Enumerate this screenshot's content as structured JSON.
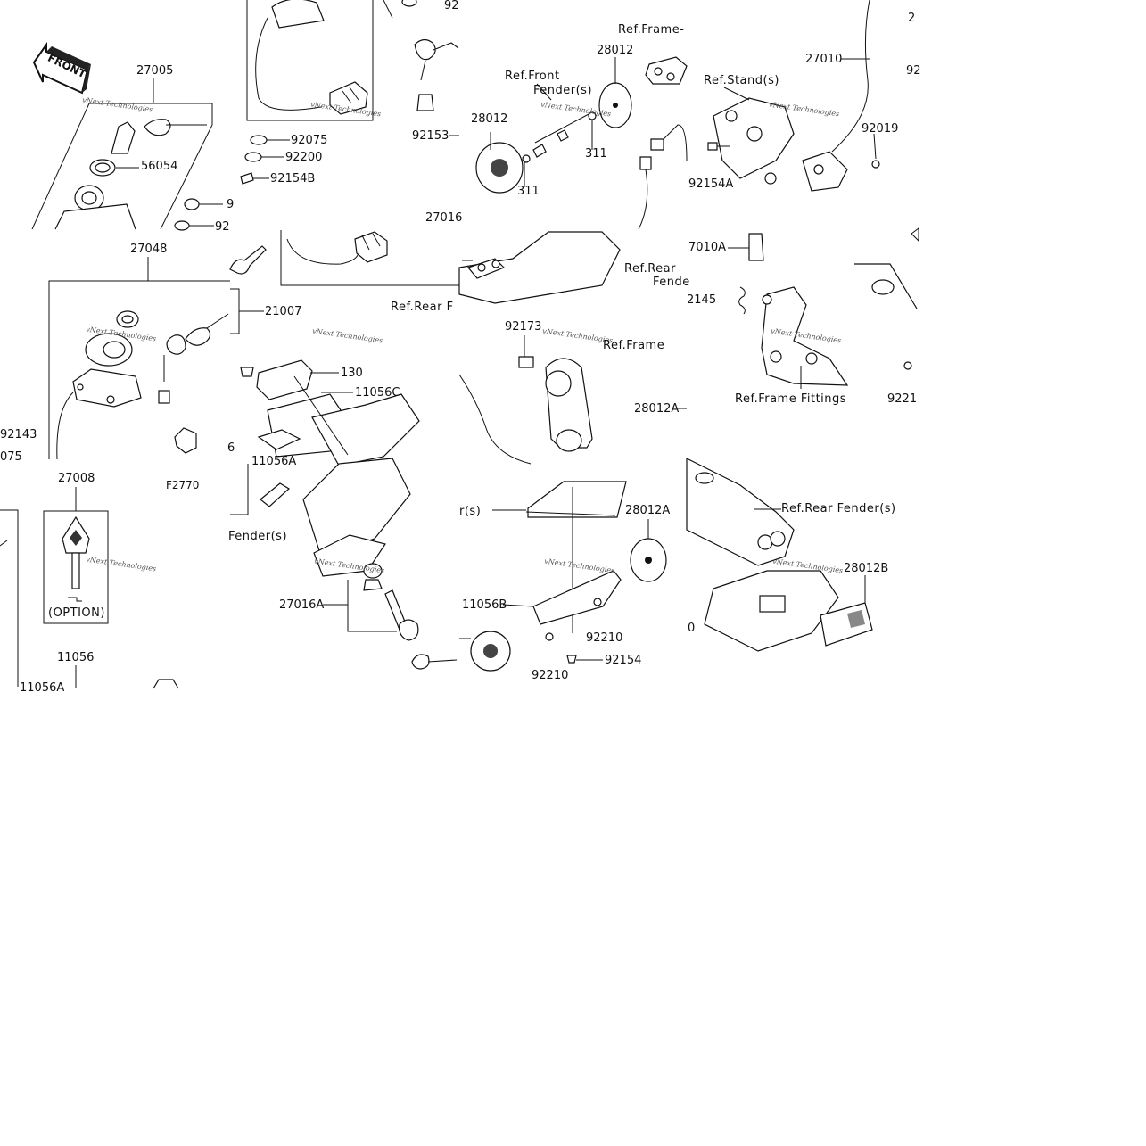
{
  "front_label": "FRONT",
  "figure_code": "F2770",
  "option_label": "(OPTION)",
  "watermark": "vNext Technologies",
  "part_labels": {
    "p27005": "27005",
    "p56054": "56054",
    "p27048": "27048",
    "p21007": "21007",
    "p92143": "92143",
    "p075": "075",
    "p27008": "27008",
    "p11056": "11056",
    "p11056a_bottom": "11056A",
    "p92075": "92075",
    "p92200": "92200",
    "p92154B": "92154B",
    "p92153": "92153",
    "p27016": "27016",
    "p130": "130",
    "p11056C": "11056C",
    "p11056A": "11056A",
    "p27016A": "27016A",
    "p28012_top": "28012",
    "p28012_left": "28012",
    "p311_a": "311",
    "p311_b": "311",
    "p92173": "92173",
    "p28012A_mid": "28012A",
    "p28012A": "28012A",
    "p11056B": "11056B",
    "p92210_a": "92210",
    "p92210_b": "92210",
    "p92154": "92154",
    "p27010": "27010",
    "p92019": "92019",
    "p92154A": "92154A",
    "p7010A": "7010A",
    "p2145": "2145",
    "p9221": "9221",
    "p28012B": "28012B",
    "p2_top": "2",
    "p92_top": "92",
    "p92_right": "92",
    "p9_a": "9",
    "p92_b": "92",
    "p0": "0",
    "p6": "6"
  },
  "ref_labels": {
    "ref_frame_top": "Ref.Frame-",
    "ref_front_fender_1": "Ref.Front",
    "ref_front_fender_2": "Fender(s)",
    "ref_stands": "Ref.Stand(s)",
    "ref_rear_fender_mid_1": "Ref.Rear",
    "ref_rear_fender_mid_2": "Fende",
    "ref_rear_left": "Ref.Rear F",
    "ref_frame_mid": "Ref.Frame",
    "ref_frame_fittings": "Ref.Frame Fittings",
    "ref_rear_fender_right": "Ref.Rear Fender(s)",
    "ref_fender_s_left": "Fender(s)",
    "ref_r_s": "r(s)"
  }
}
